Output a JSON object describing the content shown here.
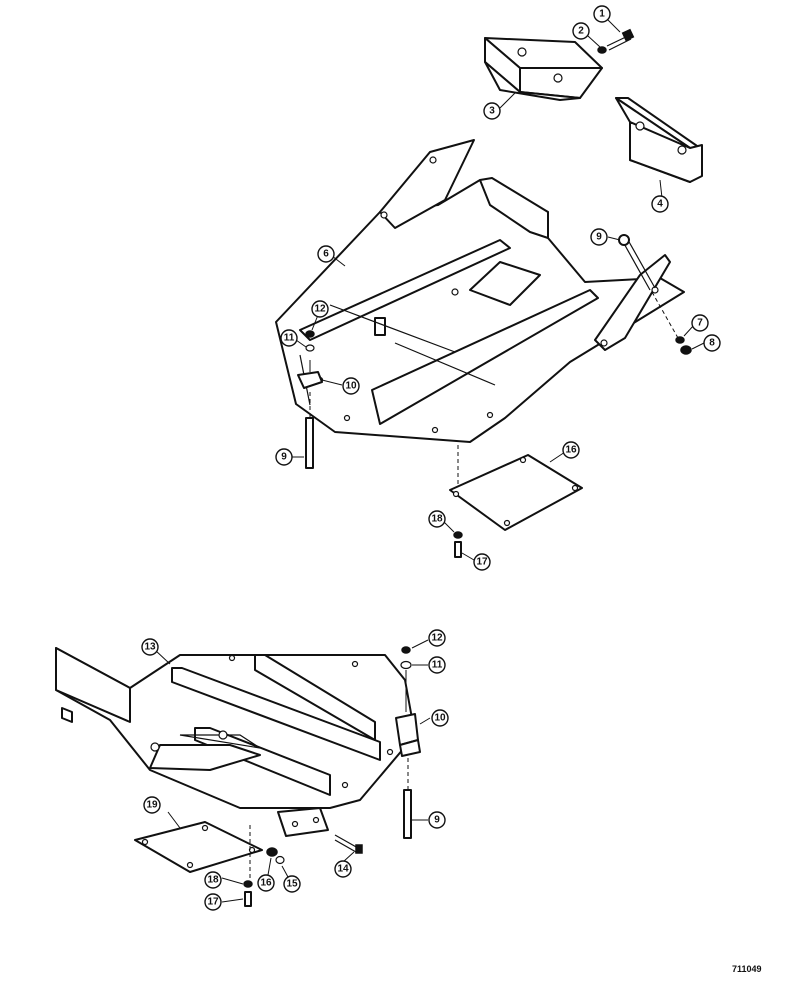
{
  "drawing_number": "711049",
  "callouts": {
    "c1": "1",
    "c2": "2",
    "c3": "3",
    "c4": "4",
    "c6": "6",
    "c7": "7",
    "c8": "8",
    "c9a": "9",
    "c9b": "9",
    "c10a": "10",
    "c11a": "11",
    "c12a": "12",
    "c16a": "16",
    "c17a": "17",
    "c18a": "18",
    "c13": "13",
    "c12b": "12",
    "c11b": "11",
    "c10b": "10",
    "c9c": "9",
    "c14": "14",
    "c15": "15",
    "c16b": "16",
    "c18b": "18",
    "c17b": "17",
    "c19": "19"
  }
}
